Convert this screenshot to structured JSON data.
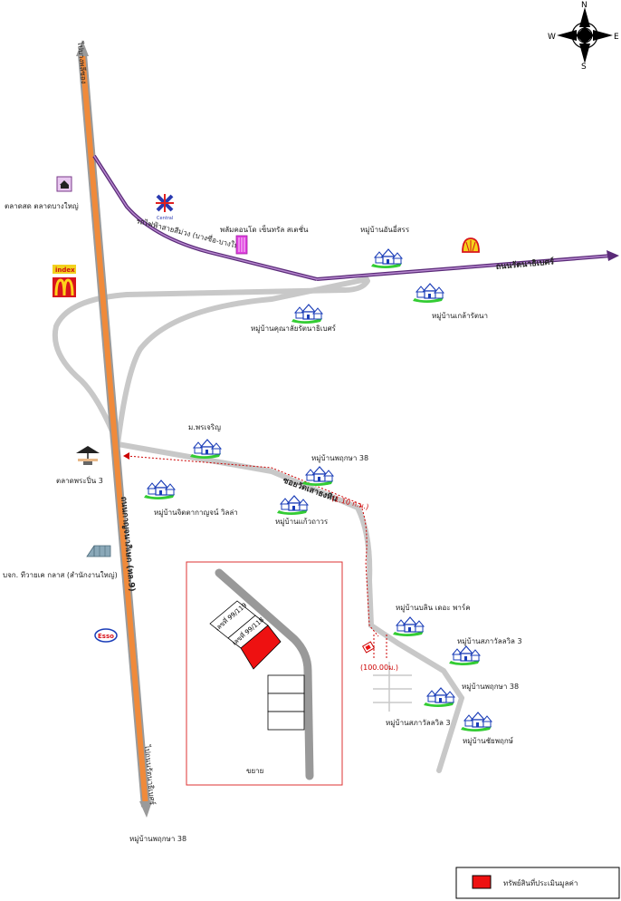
{
  "compass": {
    "n": "N",
    "s": "S",
    "e": "E",
    "w": "W"
  },
  "roads": {
    "road_north_end": "ไปบางพลีซอง",
    "road_south_end": "ไปถนนรัตนาธิเบศร์",
    "road_main": "ถนนกาญจนาภิเษก (ทล.9)",
    "ratanathibet": "ถนนรัตนาธิเบศร์",
    "purple_line": "รถไฟฟ้าสายสีม่วง (บางซื่อ-บางใหญ่)",
    "soi": "ซอยวัดเสาธงหิน",
    "soi_distance": "(1.10 ก.ม.)",
    "access_distance": "(100.00ม.)"
  },
  "landmarks": {
    "fresh_market": "ตลาดสด ตลาดบางใหญ่",
    "central_logo": "Central",
    "central_plaza": "พลัมคอนโด เซ็นทรัล สเตชั่น",
    "index_logo": "index",
    "village_anshin": "หมู่บ้านอันอี่สรร",
    "village_klaorat": "หมู่บ้านเกล้ารัตนา",
    "village_khunalai": "หมู่บ้านคุณาลัยรัตนาธิเบศร์",
    "m_pracharoen": "ม.พรเจริญ",
    "market_prapin": "ตลาดพระปิ่น 3",
    "village_pruksa38_top": "หมู่บ้านพฤกษา 38",
    "village_chitta": "หมู่บ้านจิตตากาญจน์ วิลล่า",
    "village_kaewthawon": "หมู่บ้านแก้วถาวร",
    "company": "บจก. ทีวายเค กลาส (สำนักงานใหญ่)",
    "esso_logo": "Esso",
    "village_bolin": "หมู่บ้านบลิน เดอะ พาร์ค",
    "village_sapawan3_right": "หมู่บ้านสภาวัลลวิล 3",
    "village_pruksa38_right": "หมู่บ้านพฤกษา 38",
    "village_sapawan3_mid": "หมู่บ้านสภาวัลลวิล 3",
    "village_chaiprusk": "หมู่บ้านชัยพฤกษ์",
    "village_pruksa38_bottom": "หมู่บ้านพฤกษา 38"
  },
  "inset": {
    "plot_1": "เลขที่ 99/119",
    "plot_2": "เลขที่ 99/118",
    "zoom_label": "ขยาย"
  },
  "legend": {
    "label": "ทรัพย์สินที่ประเมินมูลค่า"
  },
  "colors": {
    "main_road": "#f08a3a",
    "purple_line": "#8e4fa8",
    "minor_road": "#c8c8c8",
    "route": "#cc0000",
    "property": "#ee1111",
    "inset_border": "#dd3333"
  }
}
